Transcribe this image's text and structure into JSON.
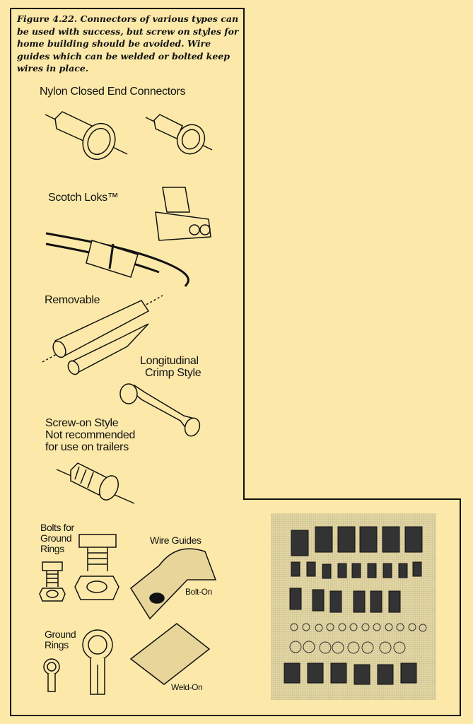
{
  "caption": "Figure 4.22. Connectors of various types can be used with success, but screw on styles for home building should be avoided.  Wire guides which can be welded or bolted keep wires in place.",
  "labels": {
    "nylon": "Nylon Closed End Connectors",
    "scotch": "Scotch Loks™",
    "removable": "Removable",
    "longitudinal": "Longitudinal",
    "crimp": "Crimp Style",
    "screw1": "Screw-on Style",
    "screw2": "Not recommended",
    "screw3": "for use on trailers",
    "bolts1": "Bolts for",
    "bolts2": "Ground",
    "bolts3": "Rings",
    "guides": "Wire Guides",
    "bolton": "Bolt-On",
    "ground1": "Ground",
    "ground2": "Rings",
    "weldon": "Weld-On"
  },
  "colors": {
    "paper": "#fce9a9",
    "ink": "#111111"
  }
}
